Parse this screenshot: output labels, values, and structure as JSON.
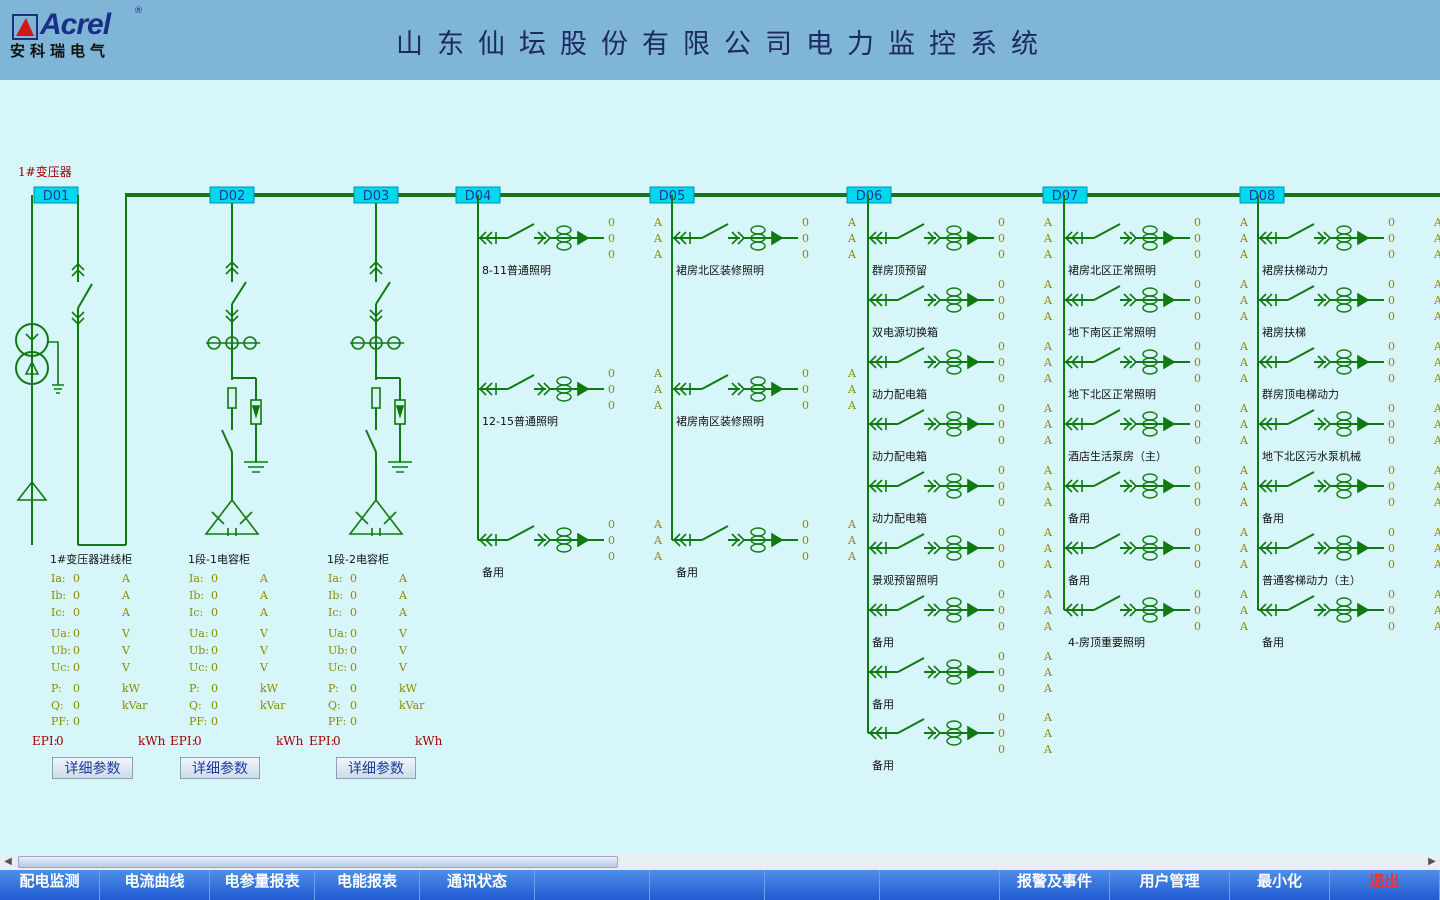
{
  "header": {
    "brand": "Acrel",
    "registered": "®",
    "brand_cn": "安科瑞电气",
    "title": "山东仙坛股份有限公司电力监控系统"
  },
  "colors": {
    "line": "#107a10",
    "bay_tag_bg": "#00d8f0",
    "header_bg": "#7fb6d8",
    "page_bg": "#d7f6f9",
    "label_red": "#a00000",
    "taskbar": "#2a66d8"
  },
  "transformer": {
    "label": "1#变压器"
  },
  "bays": [
    "D01",
    "D02",
    "D03",
    "D04",
    "D05",
    "D06",
    "D07",
    "D08"
  ],
  "panels": [
    {
      "name": "1#变压器进线柜",
      "rows": [
        {
          "label": "Ia:",
          "value": "0",
          "unit": "A"
        },
        {
          "label": "Ib:",
          "value": "0",
          "unit": "A"
        },
        {
          "label": "Ic:",
          "value": "0",
          "unit": "A"
        },
        {
          "label": "Ua:",
          "value": "0",
          "unit": "V"
        },
        {
          "label": "Ub:",
          "value": "0",
          "unit": "V"
        },
        {
          "label": "Uc:",
          "value": "0",
          "unit": "V"
        },
        {
          "label": "P:",
          "value": "0",
          "unit": "kW"
        },
        {
          "label": "Q:",
          "value": "0",
          "unit": "kVar"
        },
        {
          "label": "PF:",
          "value": "0",
          "unit": ""
        }
      ],
      "epi_label": "EPI:",
      "epi_value": "0",
      "epi_unit": "kWh",
      "button": "详细参数"
    },
    {
      "name": "1段-1电容柜",
      "rows": [
        {
          "label": "Ia:",
          "value": "0",
          "unit": "A"
        },
        {
          "label": "Ib:",
          "value": "0",
          "unit": "A"
        },
        {
          "label": "Ic:",
          "value": "0",
          "unit": "A"
        },
        {
          "label": "Ua:",
          "value": "0",
          "unit": "V"
        },
        {
          "label": "Ub:",
          "value": "0",
          "unit": "V"
        },
        {
          "label": "Uc:",
          "value": "0",
          "unit": "V"
        },
        {
          "label": "P:",
          "value": "0",
          "unit": "kW"
        },
        {
          "label": "Q:",
          "value": "0",
          "unit": "kVar"
        },
        {
          "label": "PF:",
          "value": "0",
          "unit": ""
        }
      ],
      "epi_label": "EPI:",
      "epi_value": "0",
      "epi_unit": "kWh",
      "button": "详细参数"
    },
    {
      "name": "1段-2电容柜",
      "rows": [
        {
          "label": "Ia:",
          "value": "0",
          "unit": "A"
        },
        {
          "label": "Ib:",
          "value": "0",
          "unit": "A"
        },
        {
          "label": "Ic:",
          "value": "0",
          "unit": "A"
        },
        {
          "label": "Ua:",
          "value": "0",
          "unit": "V"
        },
        {
          "label": "Ub:",
          "value": "0",
          "unit": "V"
        },
        {
          "label": "Uc:",
          "value": "0",
          "unit": "V"
        },
        {
          "label": "P:",
          "value": "0",
          "unit": "kW"
        },
        {
          "label": "Q:",
          "value": "0",
          "unit": "kVar"
        },
        {
          "label": "PF:",
          "value": "0",
          "unit": ""
        }
      ],
      "epi_label": "EPI:",
      "epi_value": "0",
      "epi_unit": "kWh",
      "button": "详细参数"
    }
  ],
  "feeders": {
    "D04": [
      {
        "name": "8-11普通照明",
        "a": "0",
        "b": "0",
        "c": "0",
        "unit": "A"
      },
      {
        "name": "12-15普通照明",
        "a": "0",
        "b": "0",
        "c": "0",
        "unit": "A"
      },
      {
        "name": "备用",
        "a": "0",
        "b": "0",
        "c": "0",
        "unit": "A"
      }
    ],
    "D05": [
      {
        "name": "裙房北区装修照明",
        "a": "0",
        "b": "0",
        "c": "0",
        "unit": "A"
      },
      {
        "name": "裙房南区装修照明",
        "a": "0",
        "b": "0",
        "c": "0",
        "unit": "A"
      },
      {
        "name": "备用",
        "a": "0",
        "b": "0",
        "c": "0",
        "unit": "A"
      }
    ],
    "D06": [
      {
        "name": "群房顶预留",
        "a": "0",
        "b": "0",
        "c": "0",
        "unit": "A"
      },
      {
        "name": "双电源切换箱",
        "a": "0",
        "b": "0",
        "c": "0",
        "unit": "A"
      },
      {
        "name": "动力配电箱",
        "a": "0",
        "b": "0",
        "c": "0",
        "unit": "A"
      },
      {
        "name": "动力配电箱",
        "a": "0",
        "b": "0",
        "c": "0",
        "unit": "A"
      },
      {
        "name": "动力配电箱",
        "a": "0",
        "b": "0",
        "c": "0",
        "unit": "A"
      },
      {
        "name": "景观预留照明",
        "a": "0",
        "b": "0",
        "c": "0",
        "unit": "A"
      },
      {
        "name": "备用",
        "a": "0",
        "b": "0",
        "c": "0",
        "unit": "A"
      },
      {
        "name": "备用",
        "a": "0",
        "b": "0",
        "c": "0",
        "unit": "A"
      },
      {
        "name": "备用",
        "a": "0",
        "b": "0",
        "c": "0",
        "unit": "A"
      }
    ],
    "D07": [
      {
        "name": "裙房北区正常照明",
        "a": "0",
        "b": "0",
        "c": "0",
        "unit": "A"
      },
      {
        "name": "地下南区正常照明",
        "a": "0",
        "b": "0",
        "c": "0",
        "unit": "A"
      },
      {
        "name": "地下北区正常照明",
        "a": "0",
        "b": "0",
        "c": "0",
        "unit": "A"
      },
      {
        "name": "酒店生活泵房（主）",
        "a": "0",
        "b": "0",
        "c": "0",
        "unit": "A"
      },
      {
        "name": "备用",
        "a": "0",
        "b": "0",
        "c": "0",
        "unit": "A"
      },
      {
        "name": "备用",
        "a": "0",
        "b": "0",
        "c": "0",
        "unit": "A"
      },
      {
        "name": "4-房顶重要照明",
        "a": "0",
        "b": "0",
        "c": "0",
        "unit": "A"
      }
    ],
    "D08": [
      {
        "name": "裙房扶梯动力",
        "a": "0",
        "b": "0",
        "c": "0",
        "unit": "A"
      },
      {
        "name": "裙房扶梯",
        "a": "0",
        "b": "0",
        "c": "0",
        "unit": "A"
      },
      {
        "name": "群房顶电梯动力",
        "a": "0",
        "b": "0",
        "c": "0",
        "unit": "A"
      },
      {
        "name": "地下北区污水泵机械",
        "a": "0",
        "b": "0",
        "c": "0",
        "unit": "A"
      },
      {
        "name": "备用",
        "a": "0",
        "b": "0",
        "c": "0",
        "unit": "A"
      },
      {
        "name": "普通客梯动力（主）",
        "a": "0",
        "b": "0",
        "c": "0",
        "unit": "A"
      },
      {
        "name": "备用",
        "a": "0",
        "b": "0",
        "c": "0",
        "unit": "A"
      }
    ]
  },
  "taskbar": [
    "配电监测",
    "电流曲线",
    "电参量报表",
    "电能报表",
    "通讯状态",
    "",
    "",
    "",
    "",
    "报警及事件",
    "用户管理",
    "最小化",
    "退出"
  ]
}
